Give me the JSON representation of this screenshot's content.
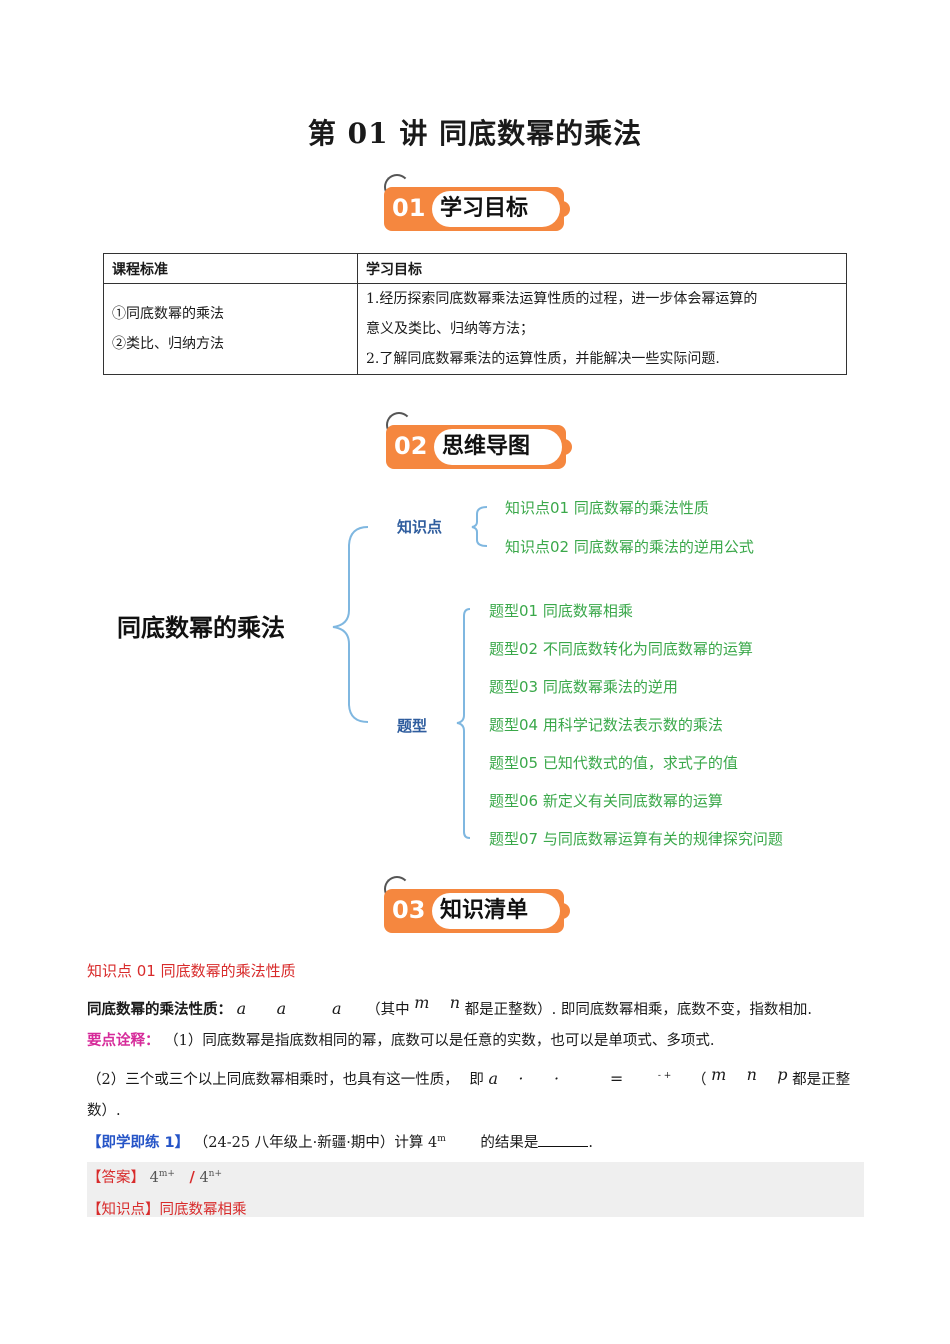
{
  "title": "第 01 讲  同底数幂的乘法",
  "badges": [
    {
      "num": "01",
      "label": "学习目标"
    },
    {
      "num": "02",
      "label": "思维导图"
    },
    {
      "num": "03",
      "label": "知识清单"
    }
  ],
  "table": {
    "header": [
      "课程标准",
      "学习目标"
    ],
    "left_lines": [
      "①同底数幂的乘法",
      "②类比、归纳方法"
    ],
    "right_lines": [
      "1.经历探索同底数幂乘法运算性质的过程，进一步体会幂运算的",
      "意义及类比、归纳等方法；",
      "2.了解同底数幂乘法的运算性质，并能解决一些实际问题."
    ]
  },
  "mindmap": {
    "root": "同底数幂的乘法",
    "branches": [
      {
        "name": "知识点",
        "items": [
          "知识点01 同底数幂的乘法性质",
          "知识点02 同底数幂的乘法的逆用公式"
        ]
      },
      {
        "name": "题型",
        "items": [
          "题型01  同底数幂相乘",
          "题型02  不同底数转化为同底数幂的运算",
          "题型03  同底数幂乘法的逆用",
          "题型04  用科学记数法表示数的乘法",
          "题型05  已知代数式的值，求式子的值",
          "题型06  新定义有关同底数幂的运算",
          "题型07  与同底数幂运算有关的规律探究问题"
        ]
      }
    ]
  },
  "knowledge": {
    "heading": "知识点 01  同底数幂的乘法性质",
    "prop_label": "同底数幂的乘法性质：",
    "prop_formula": "a      a         a",
    "prop_text_a": "（其中",
    "prop_vars": "m    n",
    "prop_text_b": "都是正整数）. 即同底数幂相乘，底数不变，指数相加.",
    "key_label": "要点诠释：",
    "key_1": "（1）同底数幂是指底数相同的幂，底数可以是任意的实数，也可以是单项式、多项式.",
    "key_2a": "（2）三个或三个以上同底数幂相乘时，也具有这一性质，",
    "key_2_ji": "即",
    "key_2_formula": "a    ·      ·          =",
    "key_2_sup": "-  +",
    "key_2_paren": "（",
    "key_2_vars": "m    n    p",
    "key_2b": "都是正整",
    "key_2c": "数）.",
    "practice_label": "【即学即练 1】",
    "practice_src": "（24-25 八年级上·新疆·期中）计算",
    "practice_base": "4",
    "practice_sup": "m",
    "practice_tail": "的结果是",
    "practice_end": ".",
    "answer_label": "【答案】",
    "answer_base1": "4",
    "answer_sup1": "m+",
    "answer_sep": "/",
    "answer_base2": "4",
    "answer_sup2": "n+",
    "kp_label": "【知识点】",
    "kp_value": "同底数幂相乘"
  }
}
